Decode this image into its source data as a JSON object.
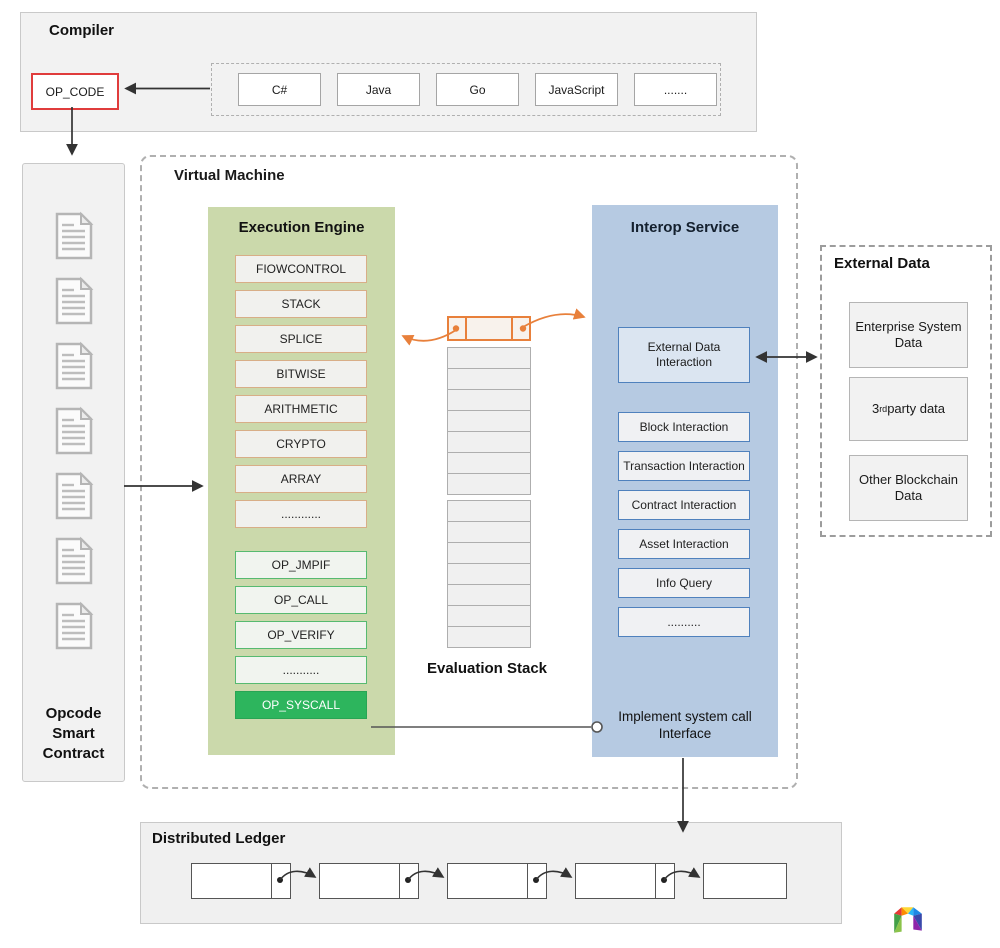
{
  "compiler": {
    "title": "Compiler",
    "opcode_label": "OP_CODE",
    "languages": [
      "C#",
      "Java",
      "Go",
      "JavaScript",
      "......."
    ]
  },
  "opcode_smart_contract": {
    "label_lines": [
      "Opcode",
      "Smart",
      "Contract"
    ],
    "document_count": 7
  },
  "virtual_machine": {
    "title": "Virtual Machine"
  },
  "execution_engine": {
    "title": "Execution Engine",
    "modules": [
      "FIOWCONTROL",
      "STACK",
      "SPLICE",
      "BITWISE",
      "ARITHMETIC",
      "CRYPTO",
      "ARRAY",
      "............"
    ],
    "opcodes": [
      "OP_JMPIF",
      "OP_CALL",
      "OP_VERIFY",
      "..........."
    ],
    "syscall_label": "OP_SYSCALL"
  },
  "evaluation_stack": {
    "label": "Evaluation Stack",
    "groups": 2,
    "cells_per_group": 7
  },
  "interop_service": {
    "title": "Interop Service",
    "external_data_interaction": "External Data Interaction",
    "services": [
      "Block Interaction",
      "Transaction Interaction",
      "Contract Interaction",
      "Asset Interaction",
      "Info Query",
      ".........."
    ],
    "note_lines": [
      "Implement system call",
      "Interface"
    ]
  },
  "external_data": {
    "title": "External Data",
    "items": [
      {
        "text": "Enterprise System Data"
      },
      {
        "pre": "3",
        "sup": "rd",
        "post": " party data"
      },
      {
        "text": "Other Blockchain Data"
      }
    ]
  },
  "distributed_ledger": {
    "title": "Distributed Ledger",
    "block_count": 5
  },
  "colors": {
    "opcode_border_red": "#e03c3c",
    "orange_accent": "#e8803b",
    "engine_panel_green": "#cbd9ab",
    "engine_module_border_tan": "#d8ae87",
    "opcode_green_border": "#57ba70",
    "syscall_green": "#2db55d",
    "interop_panel_blue": "#b6cae2",
    "interop_border_blue": "#4f81bd",
    "interop_highlight_blue": "#dbe5f1",
    "panel_gray": "#f2f2f2"
  }
}
